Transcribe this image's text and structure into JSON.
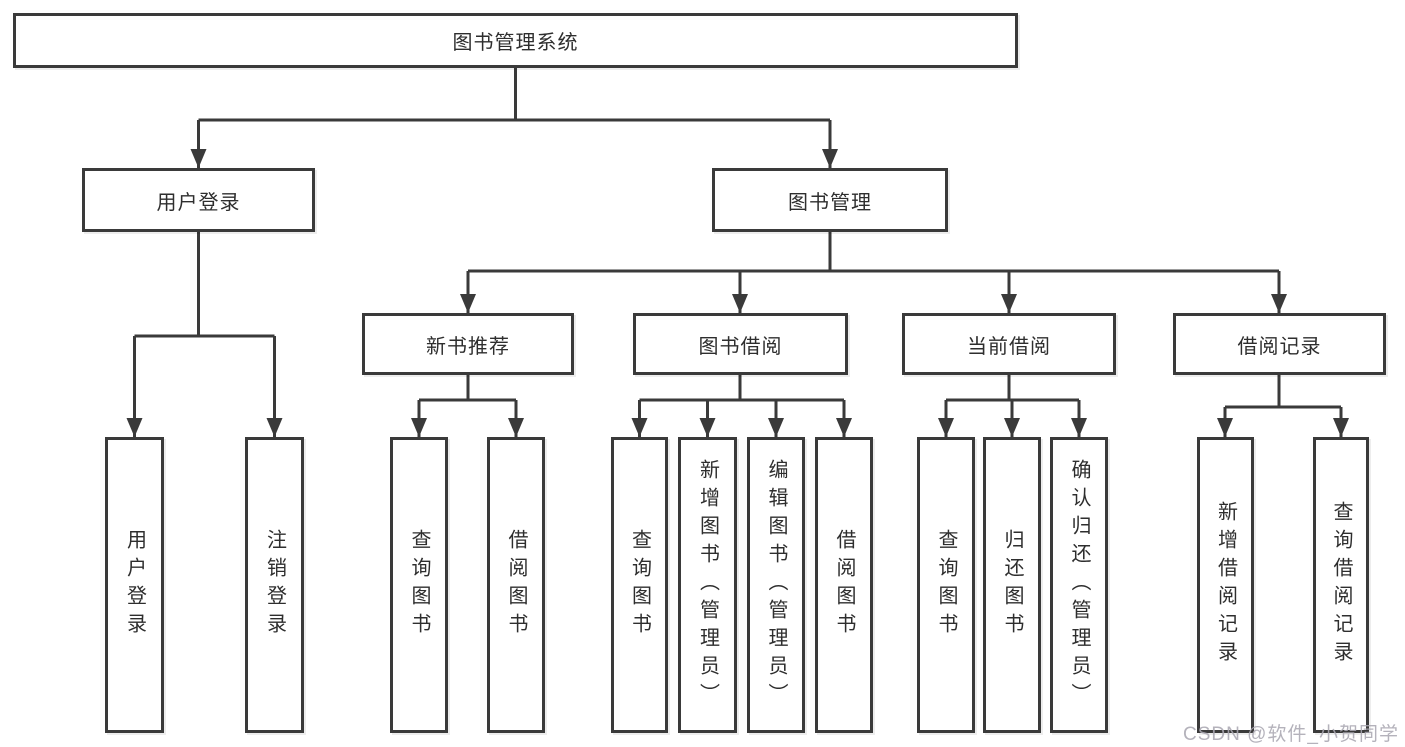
{
  "diagram": {
    "title": "图书管理系统",
    "root": {
      "label": "图书管理系统"
    },
    "level2": [
      {
        "label": "用户登录"
      },
      {
        "label": "图书管理"
      }
    ],
    "level3": [
      {
        "label": "新书推荐"
      },
      {
        "label": "图书借阅"
      },
      {
        "label": "当前借阅"
      },
      {
        "label": "借阅记录"
      }
    ],
    "leaves": [
      {
        "label": "用户登录",
        "parent": "用户登录"
      },
      {
        "label": "注销登录",
        "parent": "用户登录"
      },
      {
        "label": "查询图书",
        "parent": "新书推荐"
      },
      {
        "label": "借阅图书",
        "parent": "新书推荐"
      },
      {
        "label": "查询图书",
        "parent": "图书借阅"
      },
      {
        "label": "新增图书（管理员）",
        "parent": "图书借阅"
      },
      {
        "label": "编辑图书（管理员）",
        "parent": "图书借阅"
      },
      {
        "label": "借阅图书",
        "parent": "图书借阅"
      },
      {
        "label": "查询图书",
        "parent": "当前借阅"
      },
      {
        "label": "归还图书",
        "parent": "当前借阅"
      },
      {
        "label": "确认归还（管理员）",
        "parent": "当前借阅"
      },
      {
        "label": "新增借阅记录",
        "parent": "借阅记录"
      },
      {
        "label": "查询借阅记录",
        "parent": "借阅记录"
      }
    ]
  },
  "watermark": {
    "text": "CSDN @软件_小贺同学"
  },
  "colors": {
    "line": "#3a3a3a",
    "box_border": "#3a3a3a",
    "text": "#2e2e2e",
    "background": "#ffffff",
    "watermark": "#aaa7b2"
  }
}
